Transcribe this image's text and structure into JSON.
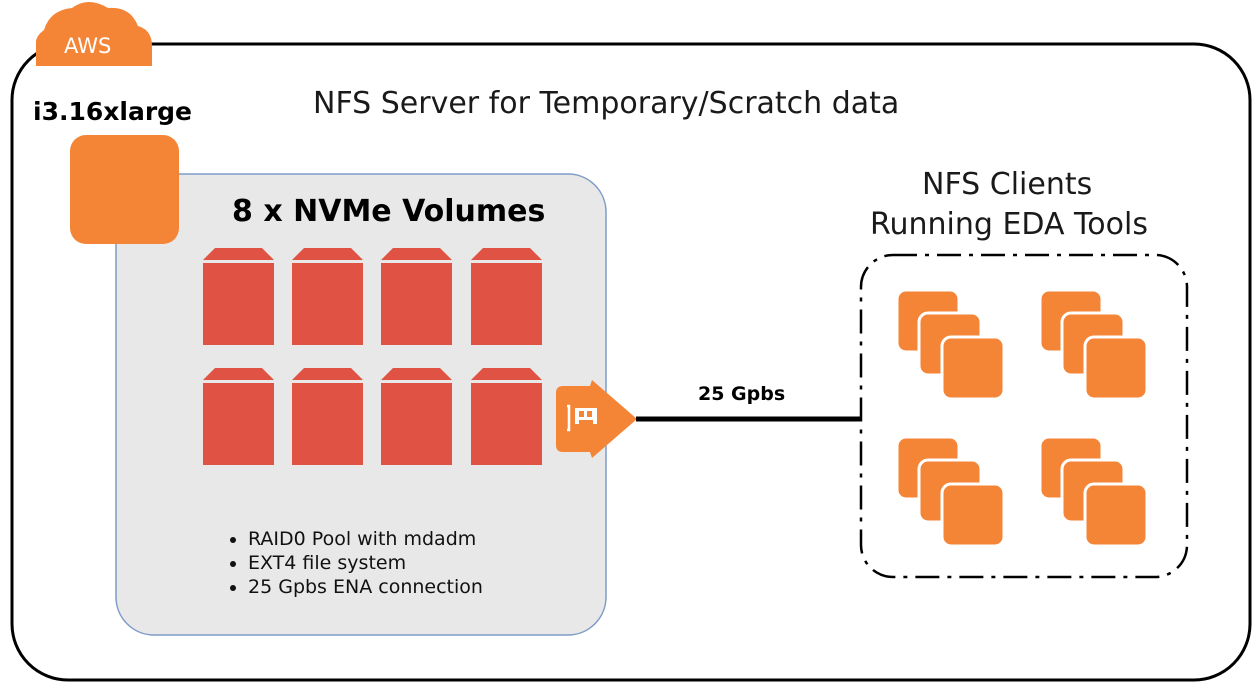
{
  "aws_label": "AWS",
  "title": "NFS Server for Temporary/Scratch data",
  "instance_type": "i3.16xlarge",
  "volumes_heading": "8 x NVMe Volumes",
  "features": [
    "RAID0 Pool with mdadm",
    "EXT4 file system",
    "25 Gpbs ENA connection"
  ],
  "link_speed": "25 Gpbs",
  "clients_heading": [
    "NFS Clients",
    "Running EDA Tools"
  ],
  "colors": {
    "aws_orange": "#f58536",
    "volume_red": "#e05243",
    "panel_fill": "#e8e8e8",
    "panel_border": "#7f9cc8"
  },
  "icons": {
    "instance": "ec2-instance-icon",
    "volume": "nvme-volume-icon",
    "network": "elastic-network-adapter-icon",
    "client": "ec2-instances-stack-icon"
  }
}
